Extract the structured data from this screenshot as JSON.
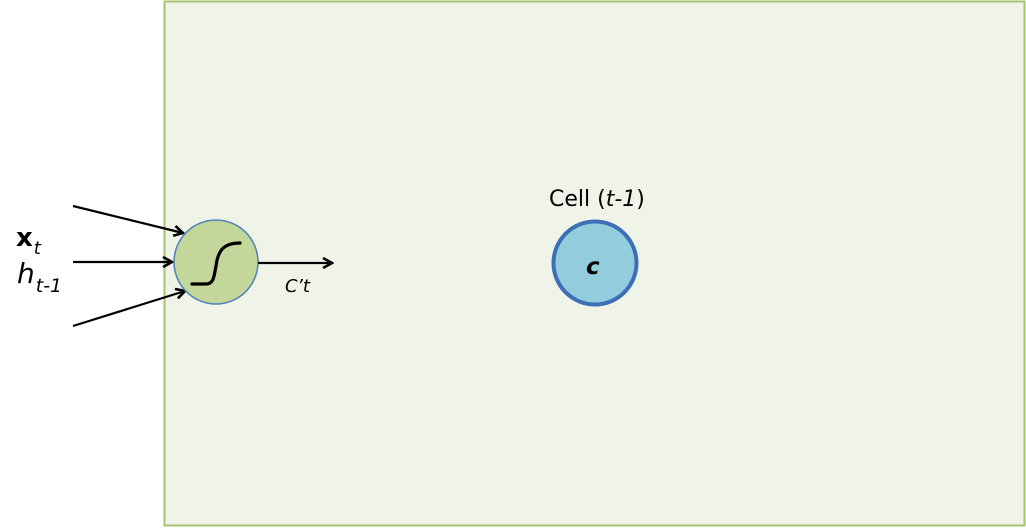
{
  "inputs": {
    "x": {
      "main": "x",
      "sub": "t"
    },
    "h": {
      "main": "h",
      "sub": "t-1"
    }
  },
  "gate": {
    "output_label": "C’t",
    "icon": "sigmoid-icon"
  },
  "cell": {
    "label_main": "Cell",
    "label_open": "(",
    "label_time": "t-1",
    "label_close": ")",
    "symbol": "c"
  },
  "colors": {
    "panel_fill": "#f0f4e8",
    "panel_border": "#a3c46f",
    "gate_fill": "#c4d79a",
    "gate_border": "#4f81bd",
    "cell_fill": "#93cddd",
    "cell_border": "#3d6fb6",
    "arrow": "#000000"
  }
}
